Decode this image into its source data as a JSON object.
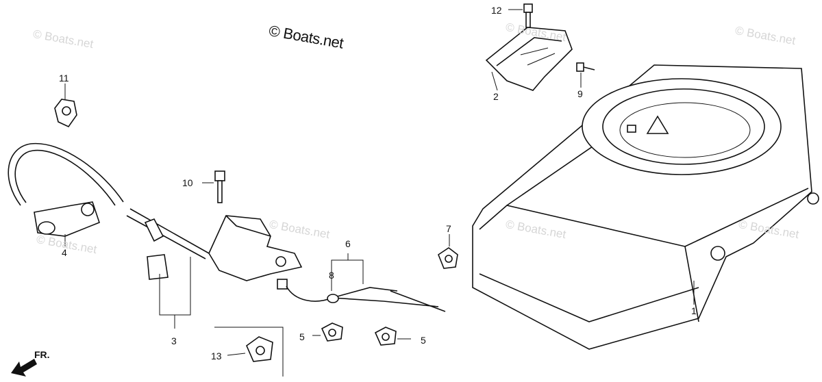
{
  "brand": "© Boats.net",
  "watermark": "© Boats.net",
  "direction_label": "FR.",
  "callouts": {
    "c1": "1",
    "c2": "2",
    "c3": "3",
    "c4": "4",
    "c5a": "5",
    "c5b": "5",
    "c6": "6",
    "c7": "7",
    "c8": "8",
    "c9": "9",
    "c10": "10",
    "c11": "11",
    "c12": "12",
    "c13": "13"
  }
}
